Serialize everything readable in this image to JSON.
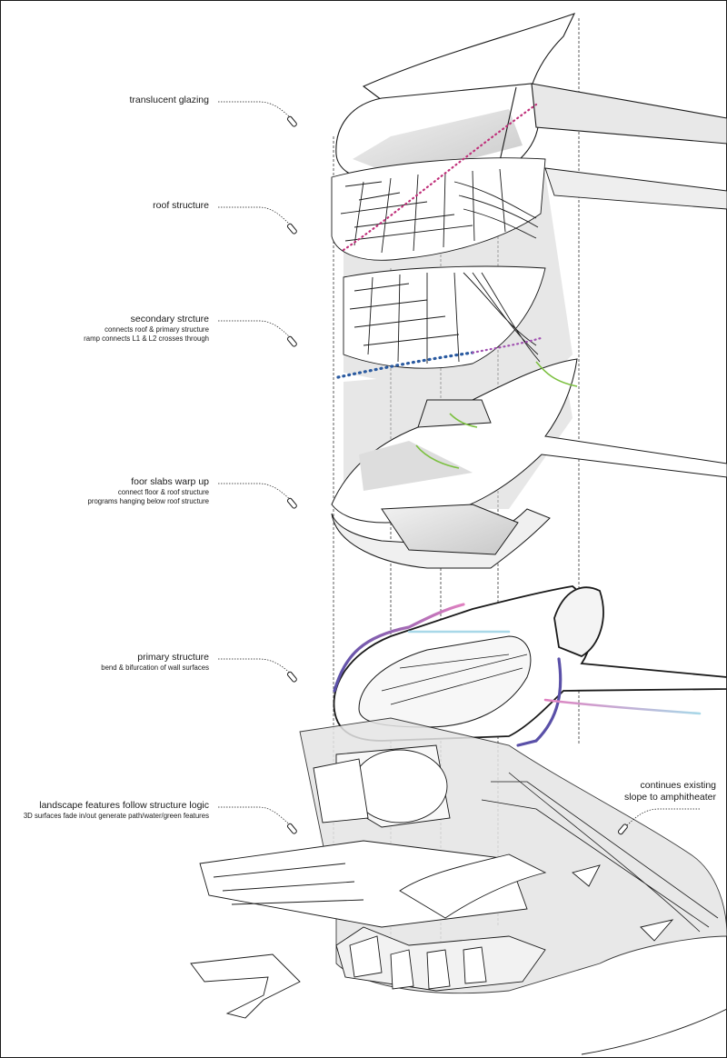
{
  "labels": {
    "glazing": {
      "title": "translucent glazing"
    },
    "roof": {
      "title": "roof structure"
    },
    "secondary": {
      "title": "secondary strcture",
      "lines": [
        "connects roof & primary structure",
        "ramp connects L1 & L2 crosses through"
      ]
    },
    "slabs": {
      "title": "foor slabs warp up",
      "lines": [
        "connect floor & roof structure",
        "programs hanging below roof structure"
      ]
    },
    "primary": {
      "title": "primary structure",
      "lines": [
        "bend & bifurcation of wall surfaces"
      ]
    },
    "landscape": {
      "title": "landscape features follow structure logic",
      "lines": [
        "3D surfaces fade in/out generate path/water/green features"
      ]
    },
    "slope": {
      "lines": [
        "continues existing",
        "slope to amphitheater"
      ]
    }
  },
  "colors": {
    "line": "#1a1a1a",
    "ramp_magenta": "#c0307a",
    "ramp_blue": "#2a5aa0",
    "green_path": "#7cc040",
    "primary_purple": "#5a50a8",
    "primary_pink": "#e080c0",
    "primary_cyan": "#a8d8e8",
    "shade": "#d8d8d8"
  }
}
